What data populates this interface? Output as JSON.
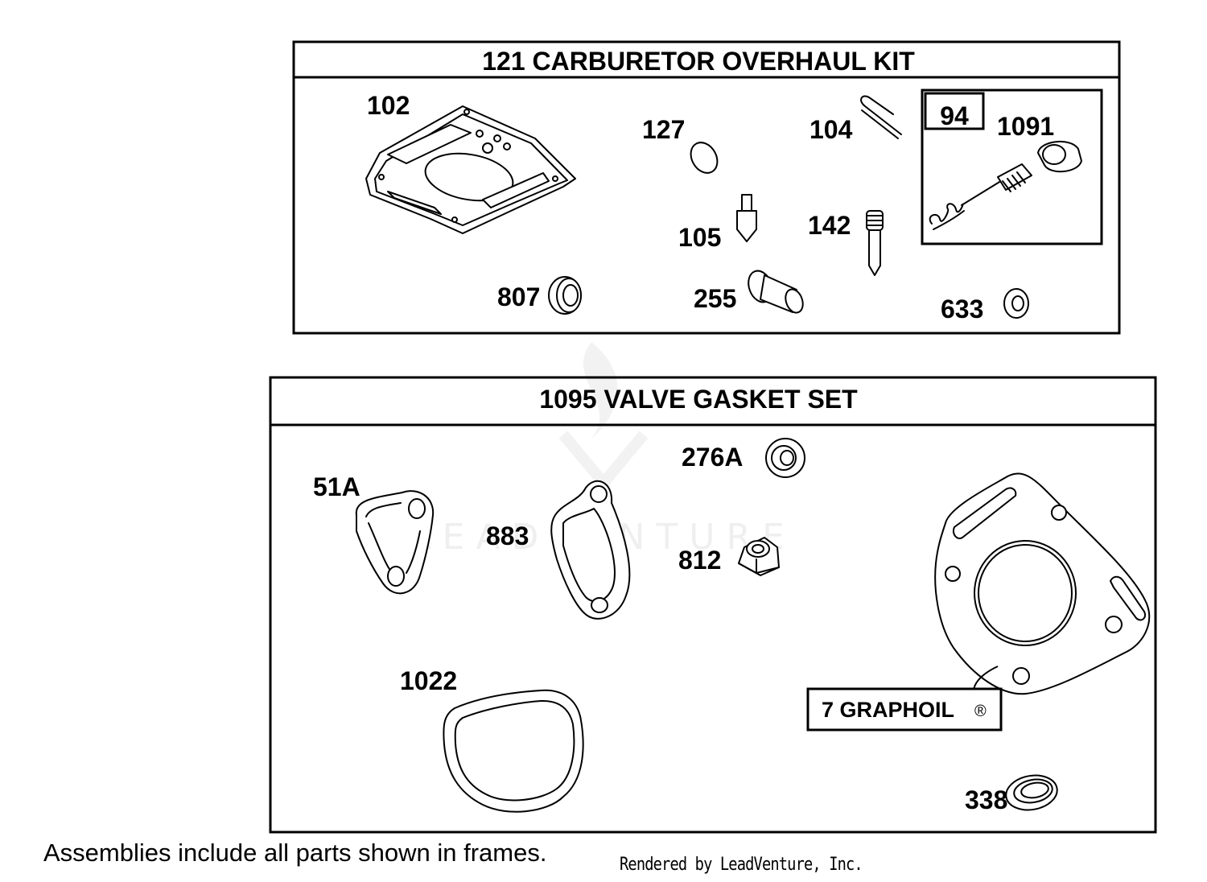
{
  "kits": [
    {
      "title": "121 CARBURETOR OVERHAUL KIT",
      "parts": [
        "102",
        "127",
        "104",
        "105",
        "142",
        "807",
        "255",
        "633"
      ],
      "sub_frame": {
        "label": "94",
        "part": "1091"
      }
    },
    {
      "title": "1095 VALVE GASKET SET",
      "parts": [
        "276A",
        "51A",
        "883",
        "812",
        "1022",
        "338"
      ],
      "callout": {
        "label": "7 GRAPHOIL",
        "mark": "®"
      }
    }
  ],
  "watermark": "LEADVENTURE",
  "footer": {
    "note": "Assemblies include all parts shown in frames.",
    "credit": "Rendered by LeadVenture, Inc."
  }
}
